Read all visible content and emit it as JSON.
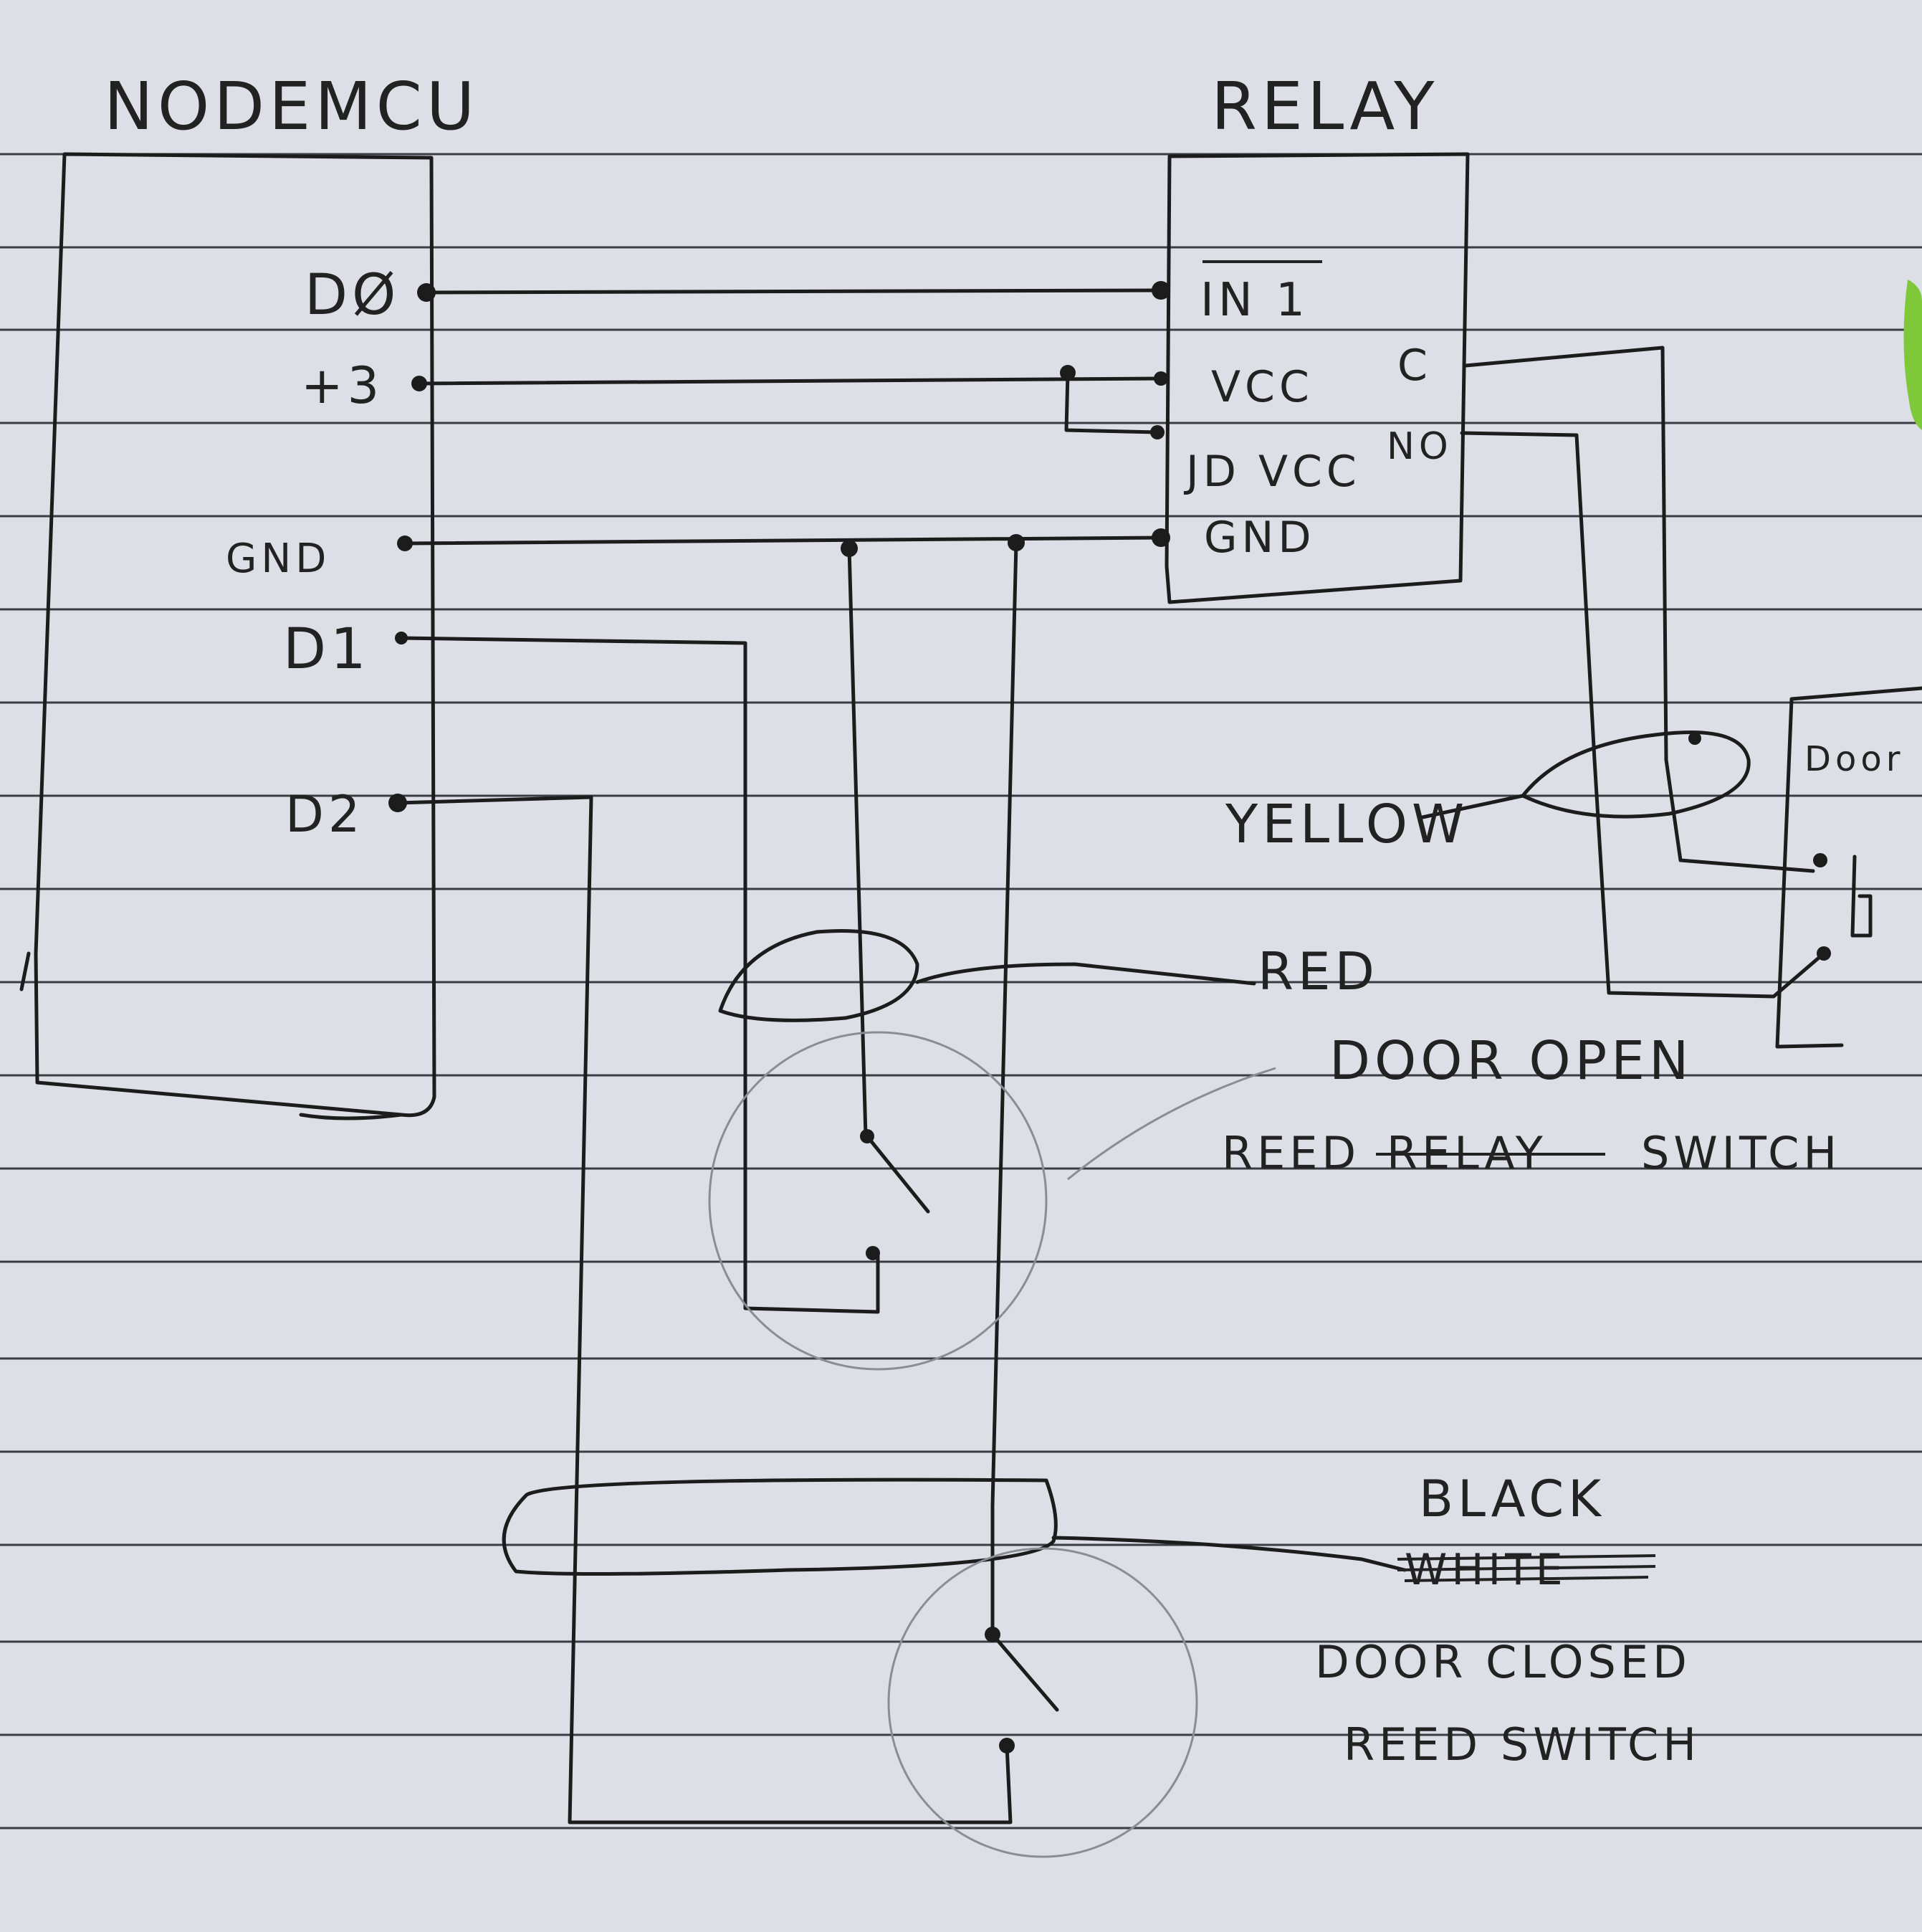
{
  "modules": {
    "nodemcu": {
      "title": "NODEMCU",
      "pins": [
        "DØ",
        "+3",
        "GND",
        "D1",
        "D2"
      ]
    },
    "relay": {
      "title": "RELAY",
      "pins_left": [
        "IN 1",
        "VCC",
        "JD VCC",
        "GND"
      ],
      "pins_right": [
        "C",
        "NO"
      ]
    },
    "door": {
      "label": "Door"
    }
  },
  "wires": {
    "yellow": "YELLOW",
    "red": "RED",
    "black": "BLACK",
    "black_struck": "WHITE"
  },
  "switches": {
    "door_open": {
      "line1": "DOOR OPEN",
      "word_reed": "REED",
      "word_struck": "RELAY",
      "word_switch": "SWITCH"
    },
    "door_closed": {
      "line1": "DOOR CLOSED",
      "line2": "REED SWITCH"
    }
  },
  "colors": {
    "paper": "#dcdfe6",
    "ink": "#1c1c1c",
    "ruled_line": "#3a3d44",
    "pencil": "#8a8d93",
    "tape": "#7fc83a"
  }
}
